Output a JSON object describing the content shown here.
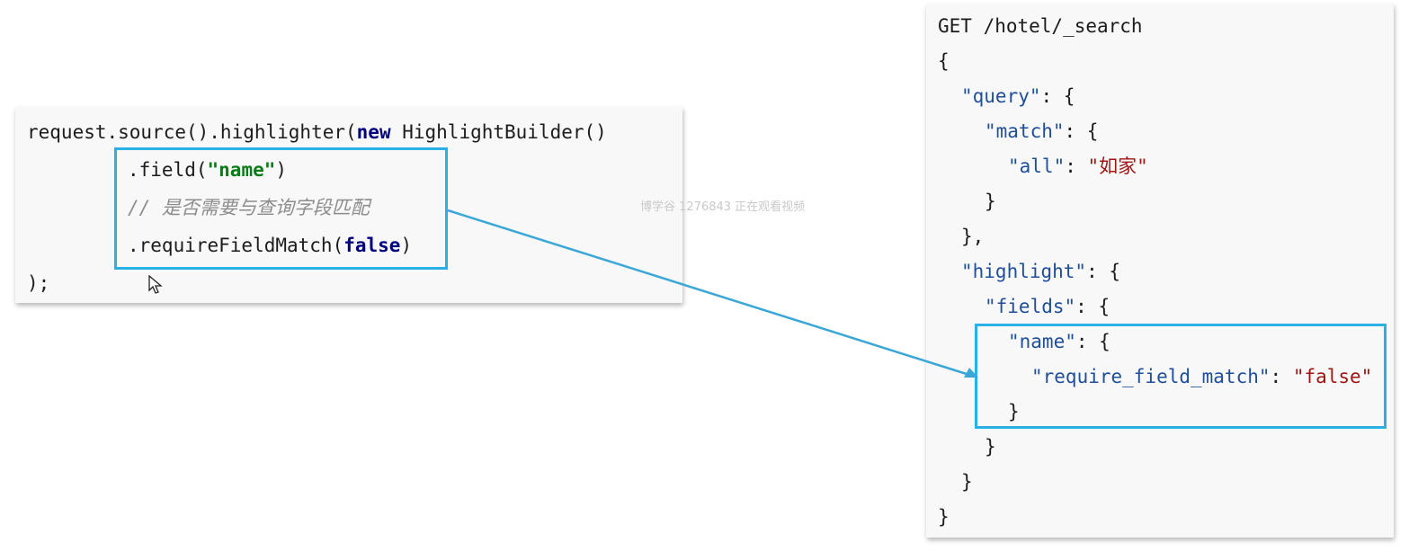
{
  "java_code": {
    "line1_prefix": "request.source().highlighter(",
    "line1_keyword": "new",
    "line1_suffix": " HighlightBuilder()",
    "line2_prefix": ".field(",
    "line2_string": "\"name\"",
    "line2_suffix": ")",
    "line3_comment": "// 是否需要与查询字段匹配",
    "line4_prefix": ".requireFieldMatch(",
    "line4_keyword": "false",
    "line4_suffix": ")",
    "line5": ");"
  },
  "watermark": "博学谷 1276843 正在观看视频",
  "json_code": {
    "l1": "GET /hotel/_search",
    "l2": "{",
    "l3_key": "\"query\"",
    "l3_rest": ": {",
    "l4_key": "\"match\"",
    "l4_rest": ": {",
    "l5_key": "\"all\"",
    "l5_sep": ": ",
    "l5_val": "\"如家\"",
    "l6": "}",
    "l7": "},",
    "l8_key": "\"highlight\"",
    "l8_rest": ": {",
    "l9_key": "\"fields\"",
    "l9_rest": ": {",
    "l10_key": "\"name\"",
    "l10_rest": ": {",
    "l11_key": "\"require_field_match\"",
    "l11_sep": ": ",
    "l11_val": "\"false\"",
    "l12": "}",
    "l13": "}",
    "l14": "}",
    "l15": "}"
  },
  "colors": {
    "highlight_box": "#2ab0e4",
    "arrow": "#3ba7d6",
    "keyword": "#000080",
    "string_green": "#067d17",
    "json_key": "#1f4e9a",
    "json_value": "#a31515"
  }
}
